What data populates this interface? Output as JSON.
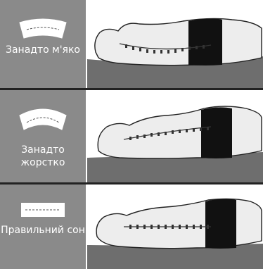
{
  "panels": [
    {
      "label": "Занадто м'яко"
    },
    {
      "label": "Занадто жорстко"
    },
    {
      "label": "Правильний сон"
    }
  ],
  "colors": {
    "sidebar": "#8a8a8a",
    "mattress": "#6e6e6e",
    "body": "#ededed",
    "outline": "#222222",
    "shorts": "#111111"
  },
  "icons": [
    "soft-pillow-icon",
    "hard-pillow-icon",
    "flat-pillow-icon"
  ]
}
